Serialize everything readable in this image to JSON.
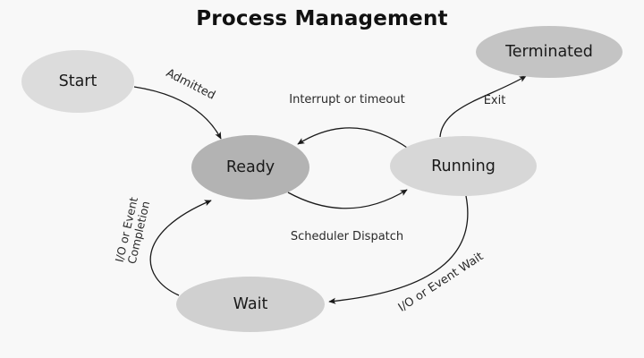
{
  "title": "Process Management",
  "states": {
    "start": {
      "label": "Start"
    },
    "ready": {
      "label": "Ready"
    },
    "running": {
      "label": "Running"
    },
    "wait": {
      "label": "Wait"
    },
    "terminated": {
      "label": "Terminated"
    }
  },
  "transitions": {
    "admitted": {
      "label": "Admitted",
      "from": "Start",
      "to": "Ready"
    },
    "interrupt_or_timeout": {
      "label": "Interrupt or timeout",
      "from": "Running",
      "to": "Ready"
    },
    "scheduler_dispatch": {
      "label": "Scheduler Dispatch",
      "from": "Ready",
      "to": "Running"
    },
    "exit": {
      "label": "Exit",
      "from": "Running",
      "to": "Terminated"
    },
    "io_or_event_wait": {
      "label": "I/O or Event Wait",
      "from": "Running",
      "to": "Wait"
    },
    "io_or_event_completion": {
      "label_line1": "I/O or Event",
      "label_line2": "Completion",
      "from": "Wait",
      "to": "Ready"
    }
  },
  "colors": {
    "background": "#f8f8f8",
    "state_start_fill": "#dcdcdc",
    "state_ready_fill": "#b3b3b3",
    "state_running_fill": "#d7d7d7",
    "state_wait_fill": "#d0d0d0",
    "state_terminated_fill": "#c4c4c4",
    "arrow": "#1a1a1a",
    "text": "#111111"
  }
}
